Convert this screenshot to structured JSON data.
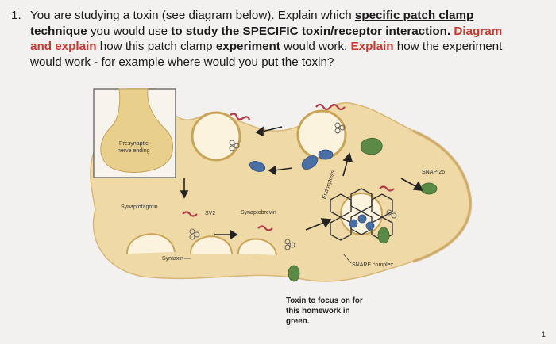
{
  "question": {
    "number": "1.",
    "s1": "You are studying a toxin (see diagram below). Explain which ",
    "s2": "specific patch clamp",
    "s3": "technique",
    "s4": " you would use ",
    "s5": "to study the SPECIFIC toxin/receptor interaction.",
    "s6": " Diagram",
    "s7": "and explain",
    "s8": " how this patch clamp ",
    "s9": "experiment",
    "s10": " would work. ",
    "s11": "Explain",
    "s12": " how the experiment",
    "s13": "would work - for example where would you put the toxin?"
  },
  "diagram": {
    "labels": {
      "presynaptic_line1": "Presynaptic",
      "presynaptic_line2": "nerve ending",
      "synaptotagmin": "Synaptotagmin",
      "sv2": "SV2",
      "synaptobrevin": "Synaptobrevin",
      "syntaxin": "Syntaxin",
      "endocytosis": "Endocytosis",
      "snap25": "SNAP-25",
      "snare_complex": "SNARE complex"
    },
    "note": "Toxin to focus on for this homework in green."
  },
  "page_number": "1",
  "colors": {
    "highlight_red": "#c8392f",
    "membrane_fill": "#efd9a6",
    "toxin_green": "#5a8a46",
    "protein_blue": "#4a6fa5",
    "protein_red": "#b23a48"
  }
}
